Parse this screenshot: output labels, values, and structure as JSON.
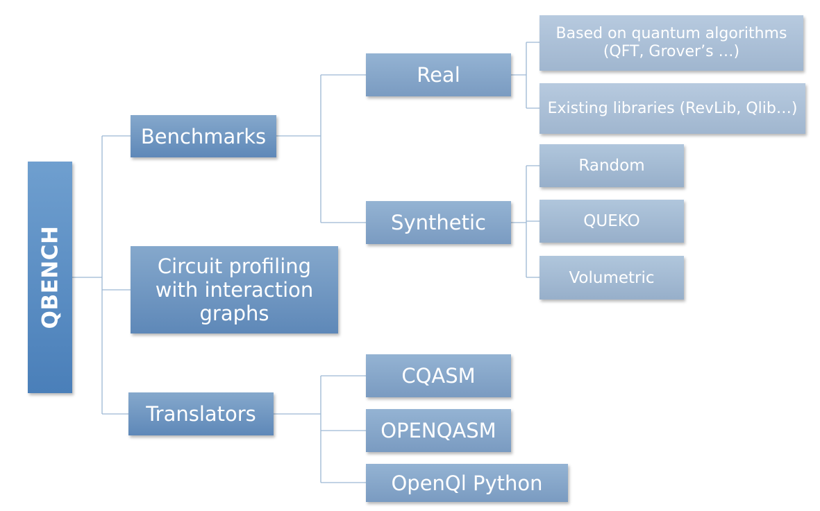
{
  "root": {
    "label": "QBENCH"
  },
  "benchmarks": {
    "label": "Benchmarks",
    "real": {
      "label": "Real",
      "items": [
        "Based on quantum algorithms (QFT, Grover’s …)",
        "Existing libraries (RevLib, Qlib…)"
      ]
    },
    "synthetic": {
      "label": "Synthetic",
      "items": [
        "Random",
        "QUEKO",
        "Volumetric"
      ]
    }
  },
  "profiling": {
    "label": "Circuit profiling with interaction graphs"
  },
  "translators": {
    "label": "Translators",
    "items": [
      "CQASM",
      "OPENQASM",
      "OpenQl Python"
    ]
  }
}
